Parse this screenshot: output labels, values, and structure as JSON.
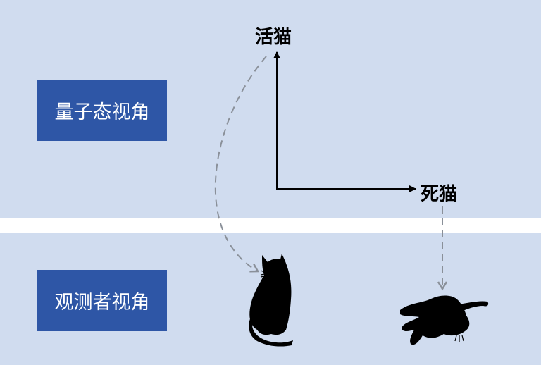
{
  "panels": {
    "quantum_view": "量子态视角",
    "observer_view": "观测者视角"
  },
  "axes": {
    "alive_cat": "活猫",
    "dead_cat": "死猫"
  },
  "colors": {
    "band": "#d0dcef",
    "label_box": "#2e56a6",
    "dashed_arrow": "#8a9099"
  }
}
